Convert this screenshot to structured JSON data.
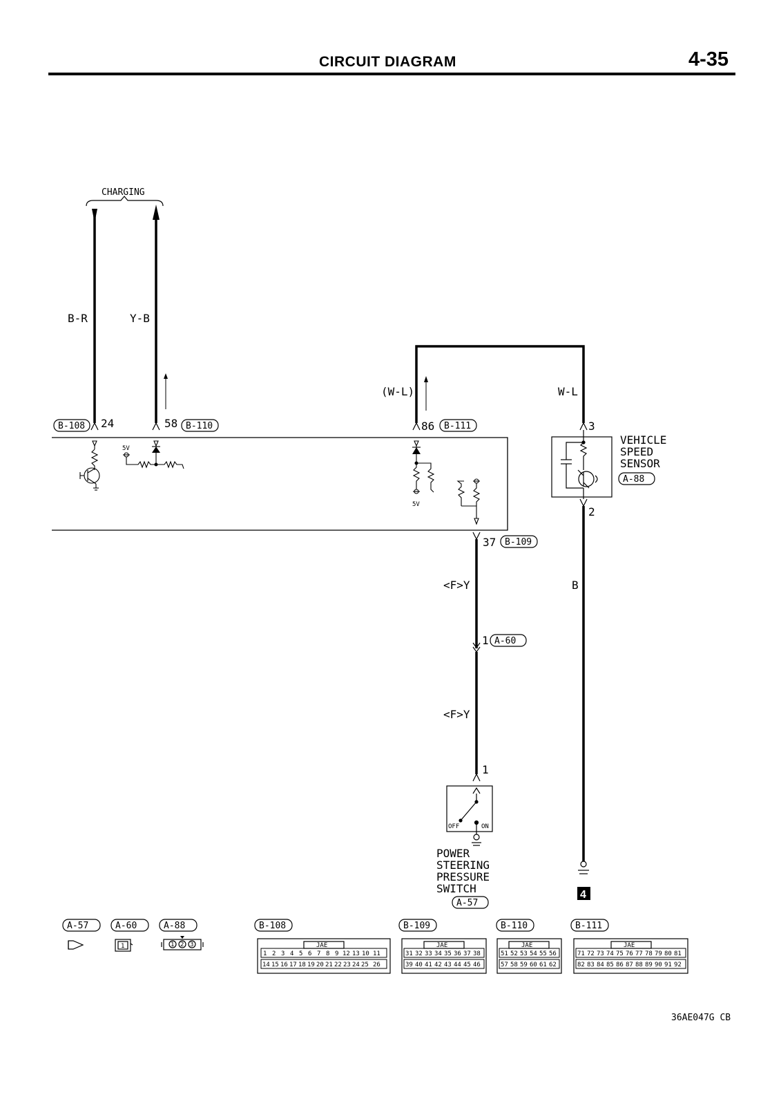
{
  "header": {
    "title": "CIRCUIT DIAGRAM",
    "page_number": "4-35"
  },
  "charging": {
    "label": "CHARGING"
  },
  "wires": {
    "b_r": "B-R",
    "y_b": "Y-B",
    "w_l_paren": "(W-L)",
    "w_l": "W-L",
    "f_y_1": "<F>Y",
    "f_y_2": "<F>Y",
    "b": "B"
  },
  "pins": {
    "p24": "24",
    "p58": "58",
    "p86": "86",
    "p3": "3",
    "p2": "2",
    "p37": "37",
    "p1a": "1",
    "p1b": "1"
  },
  "connectors": {
    "b108": "B-108",
    "b110": "B-110",
    "b111": "B-111",
    "b109": "B-109",
    "a88": "A-88",
    "a60": "A-60",
    "a57": "A-57"
  },
  "vss": {
    "line1": "VEHICLE",
    "line2": "SPEED",
    "line3": "SENSOR"
  },
  "ecu": {
    "v1": "5V",
    "v2": "5V"
  },
  "pss": {
    "line1": "POWER",
    "line2": "STEERING",
    "line3": "PRESSURE",
    "line4": "SWITCH",
    "off": "OFF",
    "on": "ON"
  },
  "ground_number": "4",
  "legend": {
    "small": [
      "A-57",
      "A-60",
      "A-88"
    ],
    "a60_pin": "1",
    "a88_pins": [
      "1",
      "2",
      "3"
    ],
    "connectors": [
      {
        "name": "B-108",
        "jae": "JAE",
        "row1": [
          "1",
          "2",
          "3",
          "4",
          "5",
          "6",
          "7",
          "8",
          "9",
          "12",
          "13",
          "10",
          "11"
        ],
        "row2": [
          "14",
          "15",
          "16",
          "17",
          "18",
          "19",
          "20",
          "21",
          "22",
          "23",
          "24",
          "25",
          "26"
        ]
      },
      {
        "name": "B-109",
        "jae": "JAE",
        "row1": [
          "31",
          "32",
          "33",
          "34",
          "35",
          "36",
          "37",
          "38"
        ],
        "row2": [
          "39",
          "40",
          "41",
          "42",
          "43",
          "44",
          "45",
          "46"
        ]
      },
      {
        "name": "B-110",
        "jae": "JAE",
        "row1": [
          "51",
          "52",
          "53",
          "54",
          "55",
          "56"
        ],
        "row2": [
          "57",
          "58",
          "59",
          "60",
          "61",
          "62"
        ]
      },
      {
        "name": "B-111",
        "jae": "JAE",
        "row1": [
          "71",
          "72",
          "73",
          "74",
          "75",
          "76",
          "77",
          "78",
          "79",
          "80",
          "81"
        ],
        "row2": [
          "82",
          "83",
          "84",
          "85",
          "86",
          "87",
          "88",
          "89",
          "90",
          "91",
          "92"
        ]
      }
    ]
  },
  "figure_code": "36AE047G CB"
}
